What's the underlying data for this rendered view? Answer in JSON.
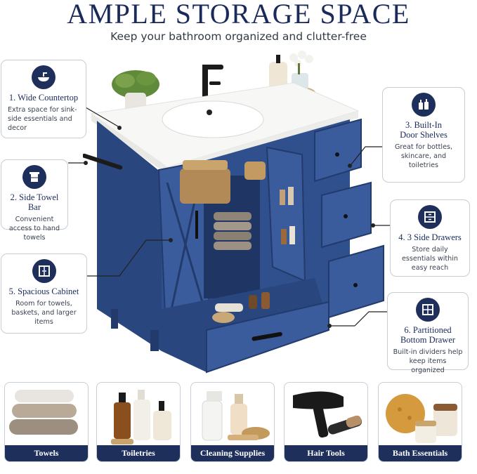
{
  "header": {
    "title": "AMPLE STORAGE SPACE",
    "subtitle": "Keep your bathroom organized and clutter-free"
  },
  "features": [
    {
      "title": "1. Wide Countertop",
      "desc": "Extra space for sink-side essentials and decor",
      "icon": "sink-icon"
    },
    {
      "title": "2. Side Towel Bar",
      "desc": "Convenient access to hand towels",
      "icon": "towel-icon"
    },
    {
      "title": "5. Spacious Cabinet",
      "desc": "Room for towels, baskets, and larger items",
      "icon": "cabinet-icon"
    },
    {
      "title_line1": "3. Built-In",
      "title_line2": "Door Shelves",
      "desc": "Great for bottles, skincare, and toiletries",
      "icon": "bottles-icon"
    },
    {
      "title": "4. 3 Side Drawers",
      "desc": "Store daily essentials within easy reach",
      "icon": "drawers-icon"
    },
    {
      "title_line1": "6. Partitioned",
      "title_line2": "Bottom Drawer",
      "desc": "Built-in dividers help keep items organized",
      "icon": "grid-icon"
    }
  ],
  "categories": [
    {
      "label": "Towels"
    },
    {
      "label": "Toiletries"
    },
    {
      "label": "Cleaning Supplies"
    },
    {
      "label": "Hair Tools"
    },
    {
      "label": "Bath Essentials"
    }
  ],
  "colors": {
    "navy": "#1f2f5c",
    "vanity_blue": "#2e4b86",
    "countertop": "#f6f6f4"
  }
}
